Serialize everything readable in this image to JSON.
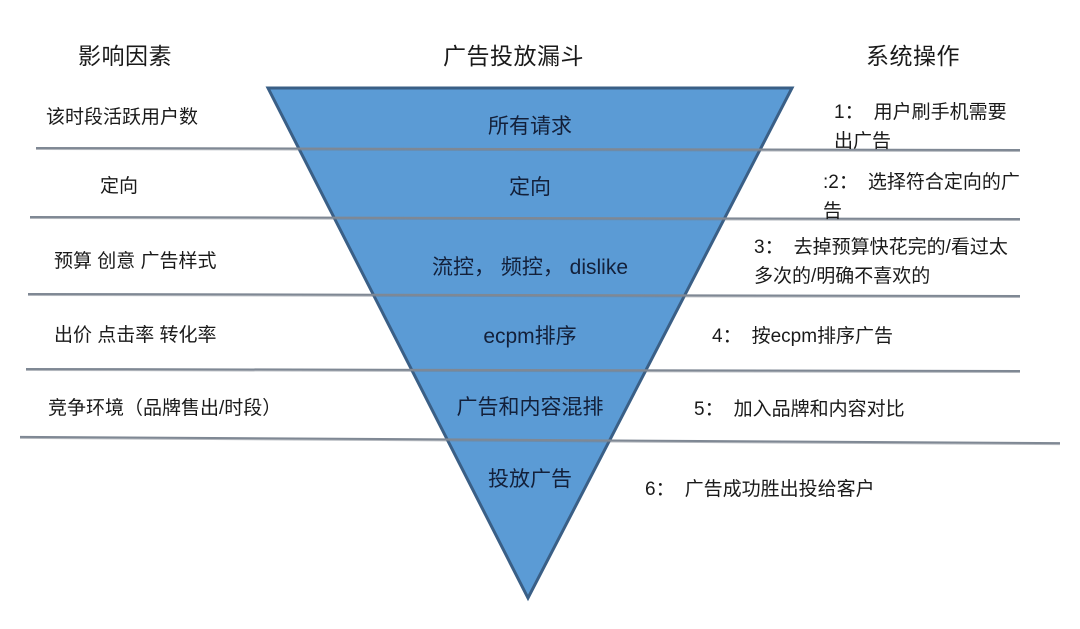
{
  "headers": {
    "left": "影响因素",
    "center": "广告投放漏斗",
    "right": "系统操作"
  },
  "rows": [
    {
      "factor": "该时段活跃用户数",
      "stage": "所有请求",
      "step_num": "1：",
      "step_text": "用户刷手机需要出广告"
    },
    {
      "factor": "定向",
      "stage": "定向",
      "step_num": ":2：",
      "step_text": "选择符合定向的广告"
    },
    {
      "factor": "预算  创意  广告样式",
      "stage": "流控，  频控，   dislike",
      "step_num": "3：",
      "step_text": "去掉预算快花完的/看过太多次的/明确不喜欢的"
    },
    {
      "factor": "出价  点击率  转化率",
      "stage": "ecpm排序",
      "step_num": "4：",
      "step_text": "按ecpm排序广告"
    },
    {
      "factor": "竞争环境（品牌售出/时段）",
      "stage": "广告和内容混排",
      "step_num": "5：",
      "step_text": "加入品牌和内容对比"
    },
    {
      "factor": "",
      "stage": "投放广告",
      "step_num": "6：",
      "step_text": "广告成功胜出投给客户"
    }
  ],
  "colors": {
    "funnel_fill": "#5B9BD5",
    "funnel_stroke": "#41719C",
    "divider": "#7F8894",
    "text": "#1A1A1A"
  }
}
